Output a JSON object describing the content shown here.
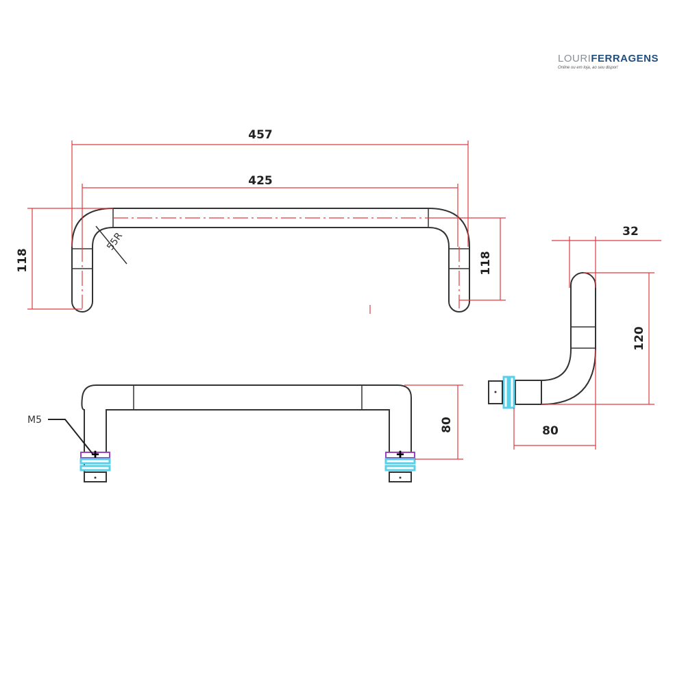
{
  "logo": {
    "part1": "LOURI",
    "part2": "FERRAGENS",
    "tagline": "Online ou em loja, ao seu dispor!"
  },
  "top_view": {
    "overall_length": "457",
    "inner_length": "425",
    "height_left": "118",
    "height_right": "118",
    "bend_radius": "55R"
  },
  "front_view": {
    "thread_label": "M5",
    "projection": "80"
  },
  "side_view": {
    "diameter": "32",
    "height": "120",
    "depth": "80"
  },
  "colors": {
    "dimension": "#e0393e",
    "outline": "#333333",
    "washer_cyan": "#5ad0e8",
    "washer_purple": "#a040c0"
  }
}
